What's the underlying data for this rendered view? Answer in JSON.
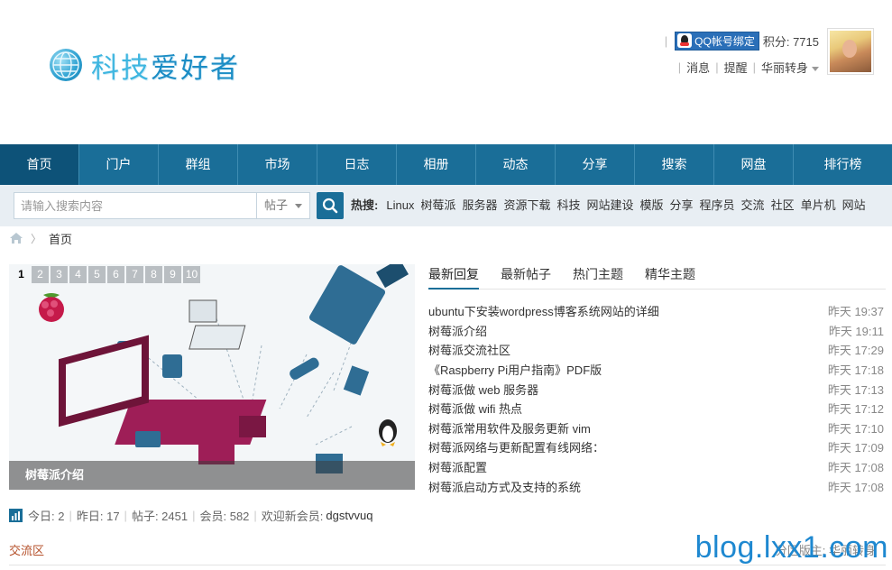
{
  "logo": {
    "text_part1": "科技",
    "text_part2": "爱好者"
  },
  "user": {
    "qq_bind_label": "QQ帐号绑定",
    "points_label": "积分: 7715",
    "messages": "消息",
    "reminders": "提醒",
    "username": "华丽转身"
  },
  "nav": {
    "items": [
      "首页",
      "门户",
      "群组",
      "市场",
      "日志",
      "相册",
      "动态",
      "分享",
      "搜索",
      "网盘",
      "排行榜"
    ]
  },
  "search": {
    "placeholder": "请输入搜索内容",
    "type": "帖子",
    "hot_label": "热搜:",
    "hot": [
      "Linux",
      "树莓派",
      "服务器",
      "资源下载",
      "科技",
      "网站建设",
      "模版",
      "分享",
      "程序员",
      "交流",
      "社区",
      "单片机",
      "网站"
    ]
  },
  "breadcrumb": {
    "current": "首页"
  },
  "slideshow": {
    "numbers": [
      "1",
      "2",
      "3",
      "4",
      "5",
      "6",
      "7",
      "8",
      "9",
      "10"
    ],
    "active": 1,
    "caption": "树莓派介绍"
  },
  "tabs": [
    "最新回复",
    "最新帖子",
    "热门主题",
    "精华主题"
  ],
  "threads": [
    {
      "title": "ubuntu下安装wordpress博客系统网站的详细",
      "time": "昨天 19:37"
    },
    {
      "title": "树莓派介绍",
      "time": "昨天 19:11"
    },
    {
      "title": "树莓派交流社区",
      "time": "昨天 17:29"
    },
    {
      "title": "《Raspberry Pi用户指南》PDF版",
      "time": "昨天 17:18"
    },
    {
      "title": "树莓派做 web 服务器",
      "time": "昨天 17:13"
    },
    {
      "title": "树莓派做 wifi 热点",
      "time": "昨天 17:12"
    },
    {
      "title": "树莓派常用软件及服务更新 vim",
      "time": "昨天 17:10"
    },
    {
      "title": "树莓派网络与更新配置有线网络：",
      "time": "昨天 17:09"
    },
    {
      "title": "树莓派配置",
      "time": "昨天 17:08"
    },
    {
      "title": "树莓派启动方式及支持的系统",
      "time": "昨天 17:08"
    }
  ],
  "stats": {
    "today": "今日: 2",
    "yesterday": "昨日: 17",
    "posts": "帖子: 2451",
    "members": "会员: 582",
    "welcome": "欢迎新会员:",
    "new_member": "dgstvvuq"
  },
  "section": {
    "title": "交流区",
    "moderator": "分区版主: 华丽转身"
  },
  "watermark": "blog.lxx1.com",
  "colors": {
    "nav_bg": "#1a6e98",
    "nav_active": "#0d5278",
    "accent": "#1a6e98",
    "section_title": "#b5512b"
  }
}
